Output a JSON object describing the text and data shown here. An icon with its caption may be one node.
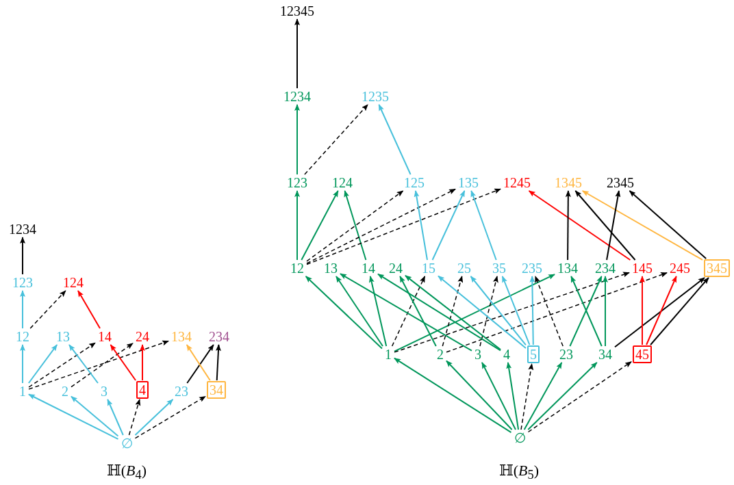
{
  "diagram": {
    "nodes": [
      {
        "text": [
          "1234"
        ]
      },
      {
        "text": [
          "123"
        ]
      },
      {
        "text": [
          "124"
        ]
      },
      {
        "text": [
          "12"
        ]
      },
      {
        "text": [
          "13"
        ]
      },
      {
        "text": [
          "14"
        ]
      },
      {
        "text": [
          "24"
        ]
      },
      {
        "text": [
          "134"
        ]
      },
      {
        "text": [
          "234"
        ]
      },
      {
        "text": [
          "1"
        ]
      },
      {
        "text": [
          "2"
        ]
      },
      {
        "text": [
          "3"
        ]
      },
      {
        "text": [
          "4"
        ]
      },
      {
        "text": [
          "23"
        ]
      },
      {
        "text": [
          "34"
        ]
      },
      {
        "text": [
          "∅"
        ]
      },
      {
        "text": [
          "12345"
        ]
      },
      {
        "text": [
          "1234"
        ]
      },
      {
        "text": [
          "1235"
        ]
      },
      {
        "text": [
          "123"
        ]
      },
      {
        "text": [
          "124"
        ]
      },
      {
        "text": [
          "125"
        ]
      },
      {
        "text": [
          "135"
        ]
      },
      {
        "text": [
          "1245"
        ]
      },
      {
        "text": [
          "1345"
        ]
      },
      {
        "text": [
          "2345"
        ]
      },
      {
        "text": [
          "12"
        ]
      },
      {
        "text": [
          "13"
        ]
      },
      {
        "text": [
          "14"
        ]
      },
      {
        "text": [
          "24"
        ]
      },
      {
        "text": [
          "15"
        ]
      },
      {
        "text": [
          "25"
        ]
      },
      {
        "text": [
          "35"
        ]
      },
      {
        "text": [
          "235"
        ]
      },
      {
        "text": [
          "134"
        ]
      },
      {
        "text": [
          "234"
        ]
      },
      {
        "text": [
          "145"
        ]
      },
      {
        "text": [
          "245"
        ]
      },
      {
        "text": [
          "345"
        ]
      },
      {
        "text": [
          "1"
        ]
      },
      {
        "text": [
          "2"
        ]
      },
      {
        "text": [
          "3"
        ]
      },
      {
        "text": [
          "4"
        ]
      },
      {
        "text": [
          "5"
        ]
      },
      {
        "text": [
          "23"
        ]
      },
      {
        "text": [
          "34"
        ]
      },
      {
        "text": [
          "45"
        ]
      },
      {
        "text": [
          "∅"
        ]
      }
    ],
    "edges": [
      {
        "from": 1,
        "to": 0,
        "arrow": "to",
        "color": "#000000"
      },
      {
        "from": 3,
        "to": 1,
        "arrow": "to",
        "color": "#47c0db"
      },
      {
        "from": 3,
        "to": 2,
        "arrow": "to",
        "style": "dashed",
        "color": "#000000"
      },
      {
        "from": 5,
        "to": 2,
        "arrow": "to",
        "color": "#ff0000"
      },
      {
        "from": 9,
        "to": 3,
        "arrow": "to",
        "color": "#47c0db"
      },
      {
        "from": 9,
        "to": 4,
        "arrow": "to",
        "color": "#47c0db"
      },
      {
        "from": 9,
        "to": 5,
        "arrow": "to",
        "style": "dashed",
        "color": "#000000"
      },
      {
        "from": 9,
        "to": 7,
        "arrow": "to",
        "style": "dashed",
        "color": "#000000"
      },
      {
        "from": 10,
        "to": 6,
        "arrow": "to",
        "style": "dashed",
        "color": "#000000"
      },
      {
        "from": 11,
        "to": 4,
        "arrow": "to",
        "color": "#47c0db"
      },
      {
        "from": 12,
        "to": 5,
        "arrow": "to",
        "color": "#ff0000"
      },
      {
        "from": 12,
        "to": 6,
        "arrow": "to",
        "color": "#ff0000"
      },
      {
        "from": 13,
        "to": 8,
        "arrow": "to",
        "color": "#000000"
      },
      {
        "from": 14,
        "to": 7,
        "arrow": "to",
        "color": "#ffb640"
      },
      {
        "from": 14,
        "to": 8,
        "arrow": "to",
        "color": "#000000"
      },
      {
        "from": 15,
        "to": 9,
        "arrow": "to",
        "color": "#47c0db"
      },
      {
        "from": 15,
        "to": 10,
        "arrow": "to",
        "color": "#47c0db"
      },
      {
        "from": 15,
        "to": 11,
        "arrow": "to",
        "color": "#47c0db"
      },
      {
        "from": 15,
        "to": 12,
        "arrow": "to",
        "style": "dashed",
        "color": "#000000"
      },
      {
        "from": 15,
        "to": 13,
        "arrow": "to",
        "color": "#47c0db"
      },
      {
        "from": 15,
        "to": 14,
        "arrow": "to",
        "style": "dashed",
        "color": "#000000"
      },
      {
        "from": 17,
        "to": 16,
        "arrow": "to",
        "color": "#000000"
      },
      {
        "from": 19,
        "to": 17,
        "arrow": "to",
        "color": "#00965a"
      },
      {
        "from": 19,
        "to": 18,
        "arrow": "to",
        "style": "dashed",
        "color": "#000000"
      },
      {
        "from": 21,
        "to": 18,
        "arrow": "to",
        "color": "#47c0db"
      },
      {
        "from": 26,
        "to": 19,
        "arrow": "to",
        "color": "#00965a"
      },
      {
        "from": 26,
        "to": 20,
        "arrow": "to",
        "color": "#00965a"
      },
      {
        "from": 28,
        "to": 20,
        "arrow": "to",
        "color": "#00965a"
      },
      {
        "from": 26,
        "to": 21,
        "arrow": "to",
        "style": "dashed",
        "color": "#000000"
      },
      {
        "from": 26,
        "to": 22,
        "arrow": "to",
        "style": "dashed",
        "color": "#000000"
      },
      {
        "from": 26,
        "to": 23,
        "arrow": "to",
        "style": "dashed",
        "color": "#000000"
      },
      {
        "from": 30,
        "to": 21,
        "arrow": "to",
        "color": "#47c0db"
      },
      {
        "from": 30,
        "to": 22,
        "arrow": "to",
        "color": "#47c0db"
      },
      {
        "from": 32,
        "to": 22,
        "arrow": "to",
        "color": "#47c0db"
      },
      {
        "from": 36,
        "to": 23,
        "arrow": "to",
        "color": "#ff0000"
      },
      {
        "from": 34,
        "to": 24,
        "arrow": "to",
        "color": "#000000"
      },
      {
        "from": 36,
        "to": 24,
        "arrow": "to",
        "color": "#000000"
      },
      {
        "from": 38,
        "to": 24,
        "arrow": "to",
        "color": "#ffb640"
      },
      {
        "from": 35,
        "to": 25,
        "arrow": "to",
        "color": "#000000"
      },
      {
        "from": 38,
        "to": 25,
        "arrow": "to",
        "color": "#000000"
      },
      {
        "from": 39,
        "to": 26,
        "arrow": "to",
        "color": "#00965a"
      },
      {
        "from": 39,
        "to": 27,
        "arrow": "to",
        "color": "#00965a"
      },
      {
        "from": 39,
        "to": 28,
        "arrow": "to",
        "color": "#00965a"
      },
      {
        "from": 39,
        "to": 30,
        "arrow": "to",
        "style": "dashed",
        "color": "#000000"
      },
      {
        "from": 39,
        "to": 34,
        "arrow": "to",
        "color": "#00965a"
      },
      {
        "from": 39,
        "to": 36,
        "arrow": "to",
        "style": "dashed",
        "color": "#000000"
      },
      {
        "from": 40,
        "to": 29,
        "arrow": "to",
        "color": "#00965a"
      },
      {
        "from": 40,
        "to": 31,
        "arrow": "to",
        "style": "dashed",
        "color": "#000000"
      },
      {
        "from": 40,
        "to": 37,
        "arrow": "to",
        "style": "dashed",
        "color": "#000000"
      },
      {
        "from": 41,
        "to": 27,
        "arrow": "to",
        "color": "#00965a"
      },
      {
        "from": 41,
        "to": 32,
        "arrow": "to",
        "style": "dashed",
        "color": "#000000"
      },
      {
        "from": 42,
        "to": 28,
        "arrow": "to",
        "color": "#00965a"
      },
      {
        "from": 42,
        "to": 29,
        "arrow": "to",
        "color": "#00965a"
      },
      {
        "from": 43,
        "to": 30,
        "arrow": "to",
        "color": "#47c0db"
      },
      {
        "from": 43,
        "to": 31,
        "arrow": "to",
        "color": "#47c0db"
      },
      {
        "from": 43,
        "to": 32,
        "arrow": "to",
        "color": "#47c0db"
      },
      {
        "from": 43,
        "to": 33,
        "arrow": "to",
        "color": "#47c0db"
      },
      {
        "from": 44,
        "to": 33,
        "arrow": "to",
        "style": "dashed",
        "color": "#000000"
      },
      {
        "from": 44,
        "to": 35,
        "arrow": "to",
        "color": "#00965a"
      },
      {
        "from": 45,
        "to": 34,
        "arrow": "to",
        "color": "#00965a"
      },
      {
        "from": 45,
        "to": 35,
        "arrow": "to",
        "color": "#00965a"
      },
      {
        "from": 45,
        "to": 38,
        "arrow": "to",
        "color": "#000000"
      },
      {
        "from": 46,
        "to": 36,
        "arrow": "to",
        "color": "#ff0000"
      },
      {
        "from": 46,
        "to": 37,
        "arrow": "to",
        "color": "#ff0000"
      },
      {
        "from": 46,
        "to": 38,
        "arrow": "to",
        "color": "#000000"
      },
      {
        "from": 47,
        "to": 39,
        "arrow": "to",
        "color": "#00965a"
      },
      {
        "from": 47,
        "to": 40,
        "arrow": "to",
        "color": "#00965a"
      },
      {
        "from": 47,
        "to": 41,
        "arrow": "to",
        "color": "#00965a"
      },
      {
        "from": 47,
        "to": 42,
        "arrow": "to",
        "color": "#00965a"
      },
      {
        "from": 47,
        "to": 43,
        "arrow": "to",
        "style": "dashed",
        "color": "#000000"
      },
      {
        "from": 47,
        "to": 44,
        "arrow": "to",
        "color": "#00965a"
      },
      {
        "from": 47,
        "to": 45,
        "arrow": "to",
        "color": "#00965a"
      },
      {
        "from": 47,
        "to": 46,
        "arrow": "to",
        "style": "dashed",
        "color": "#000000"
      }
    ],
    "labels": [
      "ℍ(*B*$_{4}$)",
      "ℍ(*B*$_{5}$)"
    ]
  }
}
